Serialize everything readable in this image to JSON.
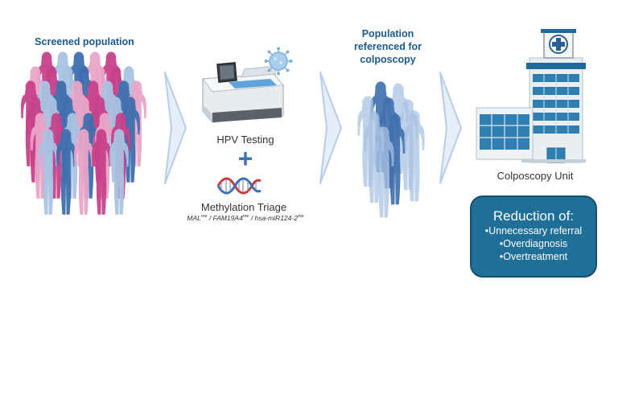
{
  "stages": {
    "screened": {
      "title": "Screened population"
    },
    "referenced": {
      "title_lines": [
        "Population",
        "referenced for",
        "colposcopy"
      ]
    },
    "colposcopy": {
      "label": "Colposcopy Unit"
    }
  },
  "tests": {
    "hpv_label": "HPV Testing",
    "plus": "+",
    "methylation_label": "Methylation Triage",
    "markers": [
      {
        "name": "MAL",
        "sup": "me"
      },
      {
        "name": "FAM19A4",
        "sup": "me"
      },
      {
        "name": "hsa-miR124-2",
        "sup": "me"
      }
    ],
    "separator": " / "
  },
  "outcome": {
    "heading": "Reduction of:",
    "items": [
      "•Unnecessary referral",
      "•Overdiagnosis",
      "•Overtreatment"
    ]
  },
  "colors": {
    "pink": "#c8428a",
    "light_pink": "#e9a6c8",
    "blue": "#3f6fae",
    "light_blue": "#a9c3e3",
    "arrow": "#b9cde8",
    "box": "#1f6f98",
    "title": "#1d5a8c"
  },
  "icons": [
    "woman-figure-icon",
    "hpv-analyzer-icon",
    "virus-icon",
    "dna-helix-icon",
    "hospital-building-icon",
    "medical-cross-icon",
    "chevron-arrow-icon"
  ]
}
